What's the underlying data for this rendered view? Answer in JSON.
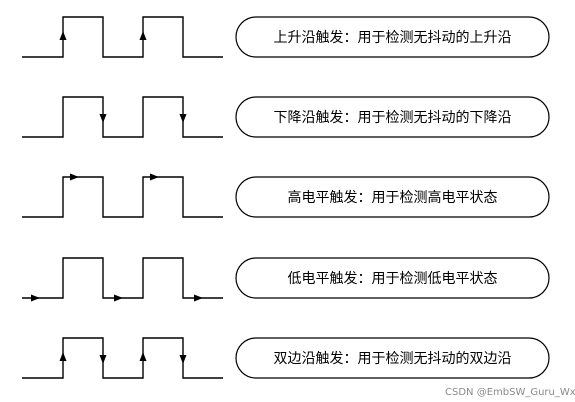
{
  "rows": [
    {
      "label": "上升沿触发：用于检测无抖动的上升沿",
      "arrow_kind": "rising-edge"
    },
    {
      "label": "下降沿触发：用于检测无抖动的下降沿",
      "arrow_kind": "falling-edge"
    },
    {
      "label": "高电平触发：用于检测高电平状态",
      "arrow_kind": "high-level"
    },
    {
      "label": "低电平触发：用于检测低电平状态",
      "arrow_kind": "low-level"
    },
    {
      "label": "双边沿触发：用于检测无抖动的双边沿",
      "arrow_kind": "both-edges"
    }
  ],
  "watermark": "CSDN @EmbSW_Guru_Wx"
}
